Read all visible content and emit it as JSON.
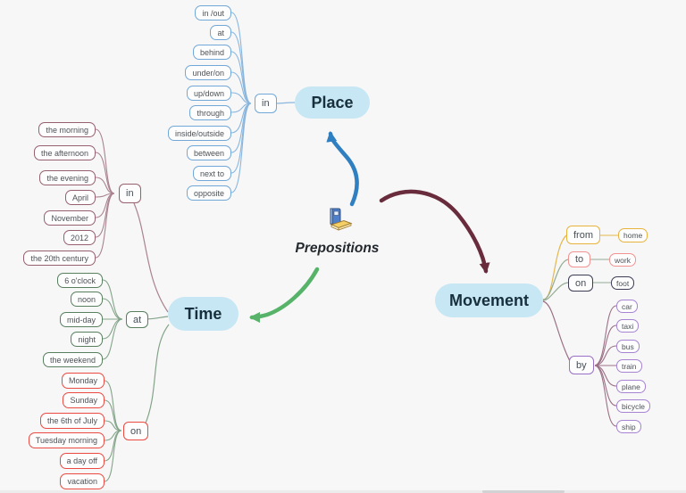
{
  "central_topic": {
    "label": "Prepositions",
    "icon": "books-icon"
  },
  "place": {
    "topic": "Place",
    "hub": "in",
    "leaves": [
      "in /out",
      "at",
      "behind",
      "under/on",
      "up/down",
      "through",
      "inside/outside",
      "between",
      "next to",
      "opposite"
    ]
  },
  "time": {
    "topic": "Time",
    "in": {
      "hub": "in",
      "leaves": [
        "the morning",
        "the afternoon",
        "the evening",
        "April",
        "November",
        "2012",
        "the 20th century"
      ]
    },
    "at": {
      "hub": "at",
      "leaves": [
        "6 o'clock",
        "noon",
        "mid-day",
        "night",
        "the weekend"
      ]
    },
    "on": {
      "hub": "on",
      "leaves": [
        "Monday",
        "Sunday",
        "the 6th of July",
        "Tuesday morning",
        "a day off",
        "vacation"
      ]
    }
  },
  "movement": {
    "topic": "Movement",
    "from": {
      "hub": "from",
      "leaf": "home"
    },
    "to": {
      "hub": "to",
      "leaf": "work"
    },
    "on": {
      "hub": "on",
      "leaf": "foot"
    },
    "by": {
      "hub": "by",
      "leaves": [
        "car",
        "taxi",
        "bus",
        "train",
        "plane",
        "bicycle",
        "ship"
      ]
    }
  },
  "colors": {
    "background": "#f7f7f8",
    "main_topic_fill": "#c7e7f4",
    "main_topic_text": "#182f3d",
    "place_arrow": "#2f7fc1",
    "movement_arrow": "#682c3c",
    "time_arrow": "#57b369",
    "place_leaf_border": "#71a8d7",
    "time_in_border": "#96606e",
    "time_at_border": "#587f5e",
    "time_on_border": "#ea4a42",
    "movement_from_border": "#e7b33c",
    "movement_to_border": "#f29390",
    "movement_on_border": "#3c3c55",
    "movement_by_border": "#a684d2"
  }
}
